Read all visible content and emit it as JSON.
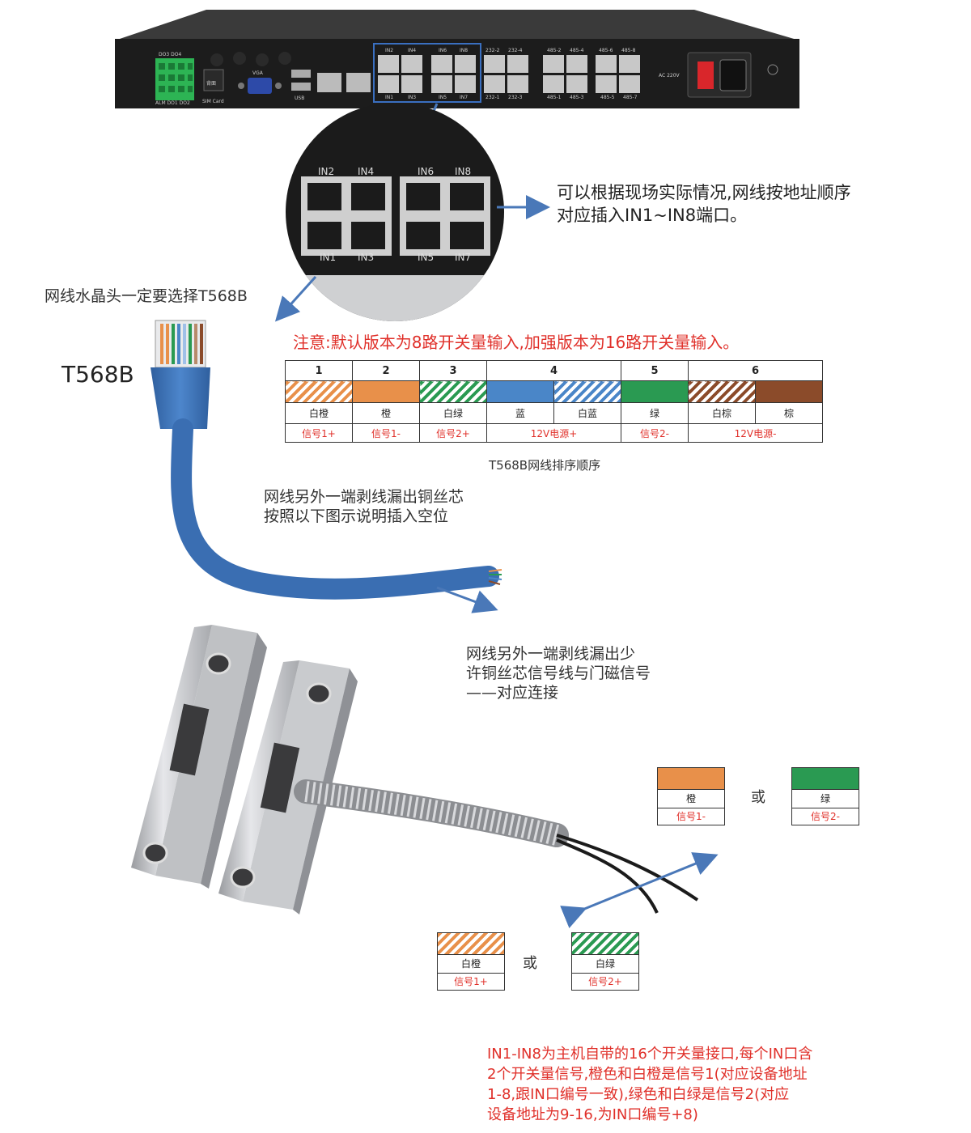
{
  "device": {
    "port_labels_top": [
      "DO3",
      "DO4",
      "IN2",
      "IN4",
      "IN6",
      "IN8",
      "232-2",
      "232-4",
      "485-2",
      "485-4",
      "485-6",
      "485-8"
    ],
    "port_labels_bottom": [
      "ALM DO1 DO2",
      "SIM Card",
      "USB",
      "IN1",
      "IN3",
      "IN5",
      "IN7",
      "232-1",
      "232-3",
      "485-1",
      "485-3",
      "485-5",
      "485-7"
    ],
    "vga_label": "VGA",
    "power_label": "AC 220V",
    "side_label": "背面"
  },
  "zoom": {
    "top_labels": [
      "IN2",
      "IN4",
      "IN6",
      "IN8"
    ],
    "bottom_labels": [
      "IN1",
      "IN3",
      "IN5",
      "IN7"
    ]
  },
  "annotations": {
    "port_note": "可以根据现场实际情况,网线按地址顺序\n对应插入IN1~IN8端口。",
    "crystal_head_note": "网线水晶头一定要选择T568B",
    "t568b_label": "T568B",
    "notice": "注意:默认版本为8路开关量输入,加强版本为16路开关量输入。",
    "table_caption": "T568B网线排序顺序",
    "strip_note": "网线另外一端剥线漏出铜丝芯\n按照以下图示说明插入空位",
    "strip_note2": "网线另外一端剥线漏出少\n许铜丝芯信号线与门磁信号\n——对应连接",
    "bottom_note": "IN1-IN8为主机自带的16个开关量接口,每个IN口含\n2个开关量信号,橙色和白橙是信号1(对应设备地址\n1-8,跟IN口编号一致),绿色和白绿是信号2(对应\n设备地址为9-16,为IN口编号+8)"
  },
  "t568b_table": {
    "headers": [
      "1",
      "2",
      "3",
      "4",
      "5",
      "6"
    ],
    "wire_names": [
      "白橙",
      "橙",
      "白绿",
      "蓝",
      "白蓝",
      "绿",
      "白棕",
      "棕"
    ],
    "signals": [
      "信号1+",
      "信号1-",
      "信号2+",
      "12V电源+",
      "信号2-",
      "12V电源-"
    ]
  },
  "mini_blocks": [
    {
      "name": "橙",
      "signal": "信号1-"
    },
    {
      "name": "绿",
      "signal": "信号2-"
    },
    {
      "name": "白橙",
      "signal": "信号1+"
    },
    {
      "name": "白绿",
      "signal": "信号2+"
    }
  ],
  "or_label": "或",
  "colors": {
    "orange": "#e8904a",
    "green": "#2a9a52",
    "blue": "#4a86c8",
    "brown": "#8b4b2a",
    "red_text": "#e0302a",
    "arrow": "#4a78b8"
  }
}
